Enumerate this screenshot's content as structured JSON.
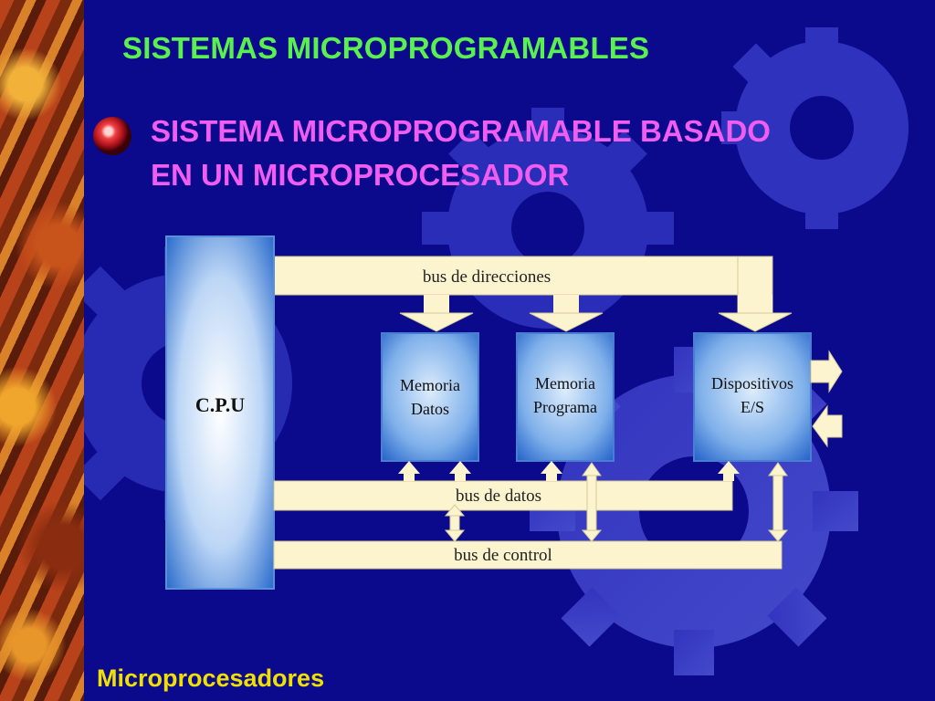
{
  "slide": {
    "title": "SISTEMAS MICROPROGRAMABLES",
    "subtitle_line1": "SISTEMA  MICROPROGRAMABLE BASADO",
    "subtitle_line2": "EN UN MICROPROCESADOR",
    "footer": "Microprocesadores"
  },
  "diagram": {
    "cpu_label": "C.P.U",
    "buses": {
      "address": "bus de direcciones",
      "data": "bus de datos",
      "control": "bus de control"
    },
    "blocks": {
      "memoria_datos": [
        "Memoria",
        "Datos"
      ],
      "memoria_programa": [
        "Memoria",
        "Programa"
      ],
      "dispositivos": [
        "Dispositivos",
        "E/S"
      ]
    }
  },
  "colors": {
    "background": "#0c0a8c",
    "title": "#59f050",
    "subtitle": "#f05df0",
    "footer": "#f0e000",
    "bus": "#fbf4cf"
  },
  "icons": [
    "gear-icon",
    "bullet-icon"
  ]
}
